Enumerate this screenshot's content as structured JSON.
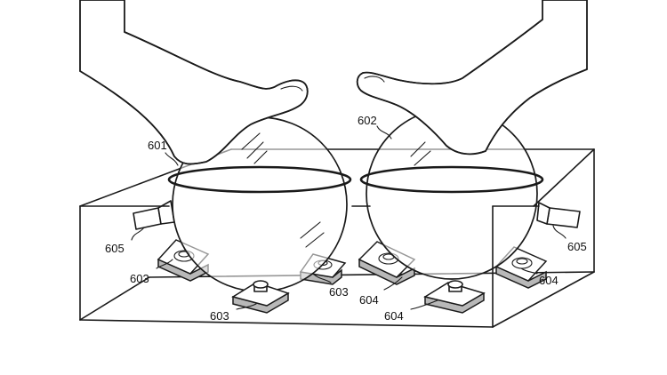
{
  "labels": {
    "l601": "601",
    "l602": "602",
    "l603a": "603",
    "l603b": "603",
    "l603c": "603",
    "l604a": "604",
    "l604b": "604",
    "l604c": "604",
    "l605a": "605",
    "l605b": "605"
  },
  "colors": {
    "line": "#1a1a1a",
    "sensor_side": "#b8b8b8",
    "background": "#ffffff"
  }
}
